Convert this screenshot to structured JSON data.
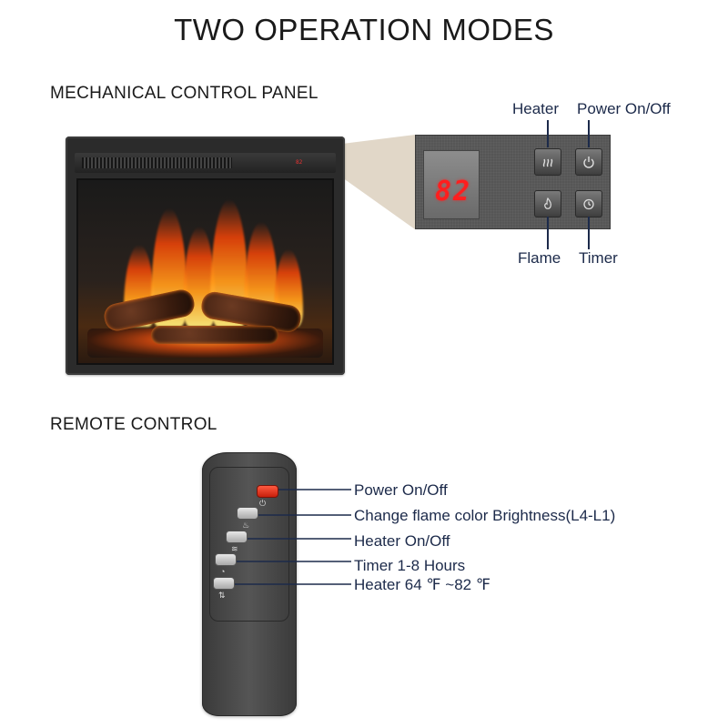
{
  "title": "TWO OPERATION MODES",
  "mechanical_section": {
    "heading": "MECHANICAL CONTROL PANEL",
    "fireplace_display_mini": "82",
    "panel_display_value": "82",
    "buttons": {
      "heater": "Heater",
      "power": "Power On/Off",
      "flame": "Flame",
      "timer": "Timer"
    }
  },
  "remote_section": {
    "heading": "REMOTE CONTROL",
    "labels": {
      "power": "Power On/Off",
      "flame": "Change flame color Brightness(L4-L1)",
      "heater": "Heater On/Off",
      "timer": "Timer 1-8 Hours",
      "temp": "Heater 64 ℉ ~82 ℉"
    }
  },
  "colors": {
    "label_text": "#1c2a4a",
    "led_red": "#ff1e1e",
    "power_button": "#e0301a"
  }
}
